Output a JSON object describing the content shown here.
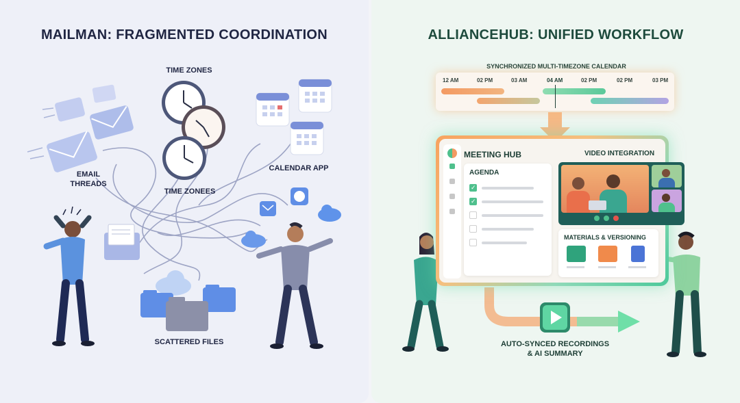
{
  "left": {
    "title": "MAILMAN: FRAGMENTED COORDINATION",
    "labels": {
      "time_zones": "TIME ZONES",
      "email_threads_1": "EMAIL",
      "email_threads_2": "THREADS",
      "time_zonees": "TIME ZONEES",
      "calendar_app": "CALENDAR APP",
      "scattered_files": "SCATTERED FILES"
    }
  },
  "right": {
    "title": "ALLIANCEHUB: UNIFIED WORKFLOW",
    "calendar": {
      "heading": "SYNCHRONIZED MULTI-TIMEZONE CALENDAR",
      "ticks": [
        "12 AM",
        "02 PM",
        "03 AM",
        "04 AM",
        "02 PM",
        "02 PM",
        "03 PM"
      ]
    },
    "hub": {
      "title": "MEETING HUB",
      "agenda_title": "AGENDA",
      "agenda_items_checked": [
        true,
        true,
        false,
        false,
        false
      ],
      "video_title": "VIDEO INTEGRATION",
      "materials_title": "MATERIALS & VERSIONING"
    },
    "recordings_1": "AUTO-SYNCED RECORDINGS",
    "recordings_2": "& AI SUMMARY"
  },
  "colors": {
    "left_bg": "#eef0f8",
    "right_bg": "#eef6f1",
    "left_title": "#1f2542",
    "right_title": "#1d4a3c",
    "accent_orange": "#f59a5a",
    "accent_green": "#4cc99a",
    "accent_blue": "#6f8fe0"
  },
  "icons": [
    "envelope-icon",
    "clock-icon",
    "calendar-icon",
    "folder-icon",
    "cloud-icon",
    "play-icon",
    "stress-person",
    "shrug-person",
    "presenter-person"
  ]
}
